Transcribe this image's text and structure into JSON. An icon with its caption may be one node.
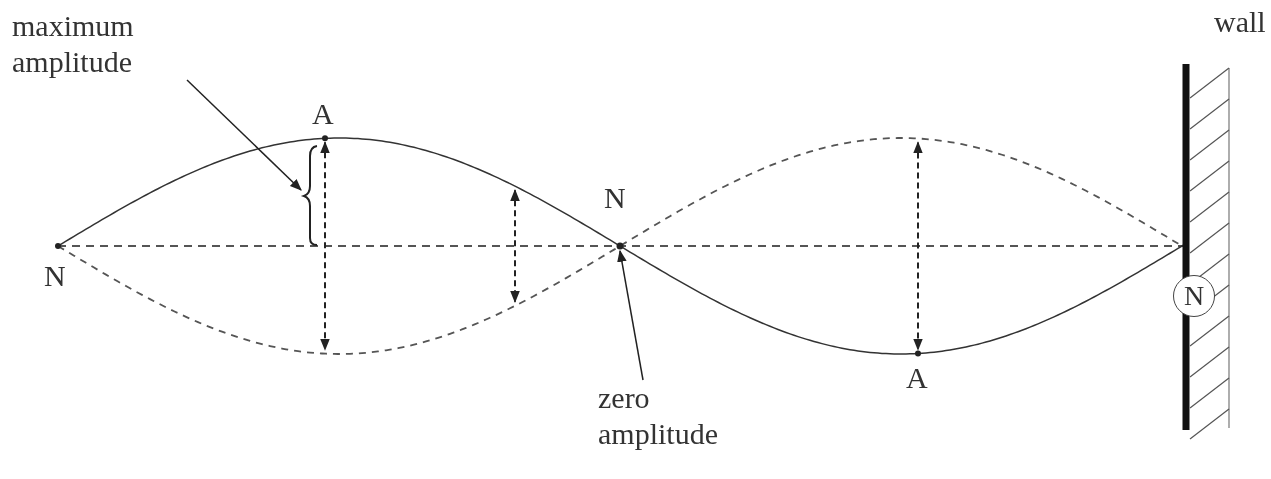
{
  "diagram": {
    "nodes": [
      {
        "text": [
          "maximum amplitude"
        ]
      },
      {
        "text": [],
        "shape": "brace"
      },
      {
        "text": [],
        "shape": "circle"
      },
      {
        "text": [
          "zero amplitude"
        ]
      },
      {
        "text": [
          "N"
        ]
      }
    ],
    "edges": [
      {
        "from": 0,
        "to": 1,
        "arrow": "to"
      },
      {
        "from": 3,
        "to": 2,
        "arrow": "to"
      }
    ],
    "labels": [
      "wall",
      "A",
      "N",
      "N",
      "A"
    ]
  }
}
